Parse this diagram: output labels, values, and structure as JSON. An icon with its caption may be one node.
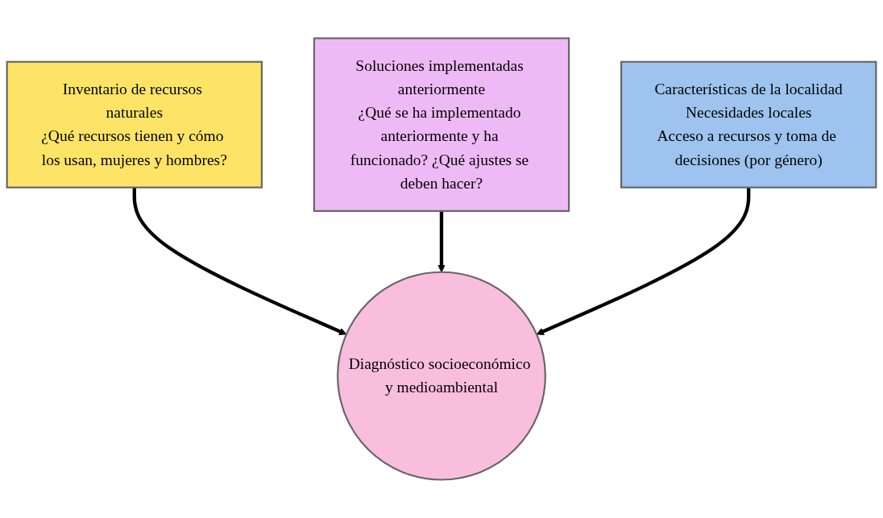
{
  "diagram": {
    "nodes": [
      {
        "text": [
          "Inventario de recursos naturales",
          "¿Qué recursos tienen y cómo los usan, mujeres y hombres?"
        ]
      },
      {
        "text": [
          "Diagnóstico socioeconómico y medioambiental"
        ]
      },
      {
        "text": [
          "Soluciones implementadas anteriormente",
          "¿Qué se ha implementado anteriormente y ha funcionado? ¿Qué ajustes se deben hacer?"
        ]
      },
      {
        "text": [
          "Características de la localidad",
          "Necesidades locales",
          "Acceso a recursos y toma de decisiones (por género)"
        ]
      }
    ],
    "edges": [
      {
        "from": 0,
        "to": 1,
        "arrow": "to"
      },
      {
        "from": 2,
        "to": 1,
        "arrow": "to"
      },
      {
        "from": 3,
        "to": 1,
        "arrow": "to"
      }
    ]
  }
}
